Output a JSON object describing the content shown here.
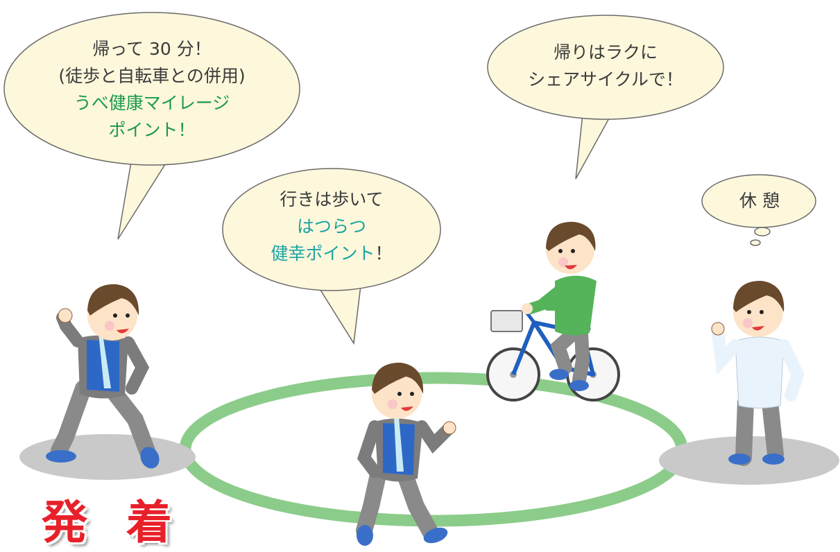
{
  "bubbles": {
    "left": {
      "line1": "帰って 30 分！",
      "line2": "(徒歩と自転車との併用)",
      "line3": "うべ健康マイレージ",
      "line4": "ポイント！"
    },
    "middle": {
      "line1": "行きは歩いて",
      "line2": "はつらつ",
      "line3_main": "健幸ポイント",
      "line3_mark": "！"
    },
    "right": {
      "line1": "帰りはラクに",
      "line2": "シェアサイクルで！"
    },
    "rest": {
      "text": "休 憩"
    }
  },
  "sign": {
    "depart": "発",
    "arrive": "着"
  },
  "colors": {
    "green_text": "#1a9a48",
    "teal_text": "#1aa3a3",
    "sign_red": "#e8202a",
    "loop_green": "#8ccc8a",
    "bubble_fill": "#fdf7dc"
  }
}
